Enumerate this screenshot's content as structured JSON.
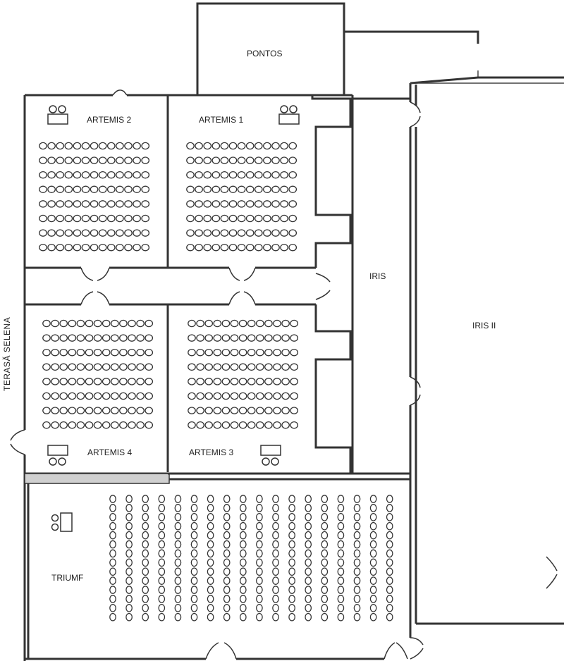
{
  "rooms": {
    "pontos": "PONTOS",
    "artemis1": "ARTEMIS 1",
    "artemis2": "ARTEMIS 2",
    "artemis3": "ARTEMIS 3",
    "artemis4": "ARTEMIS 4",
    "iris": "IRIS",
    "iris2": "IRIS II",
    "triumf": "TRIUMF"
  },
  "terrace": "TERASĂ SELENA",
  "icons": {
    "seat": "chair-icon",
    "projector": "projector-icon",
    "door": "door-icon"
  }
}
